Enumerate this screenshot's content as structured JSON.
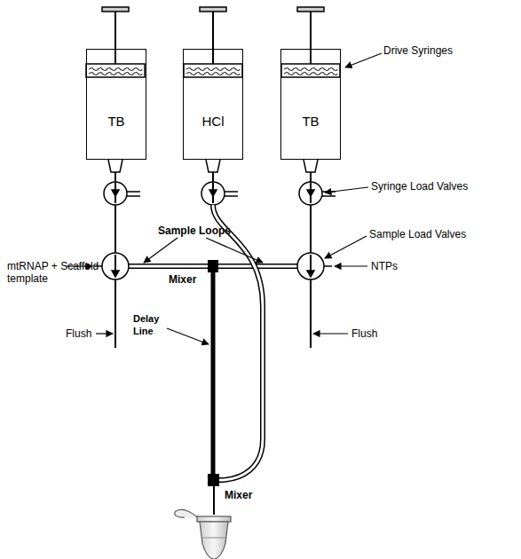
{
  "diagram": {
    "nodes": [
      {
        "text": [
          "TB"
        ]
      },
      {
        "text": [
          "HCl"
        ]
      },
      {
        "text": [
          "TB"
        ]
      }
    ],
    "labels": [
      "Drive Syringes",
      "Syringe Load Valves",
      "Sample Loops",
      "Sample Load Valves",
      "mtRNAP + Scaffold template",
      "NTPs",
      "Mixer",
      "Delay Line",
      "Flush",
      "Flush",
      "Mixer"
    ]
  }
}
